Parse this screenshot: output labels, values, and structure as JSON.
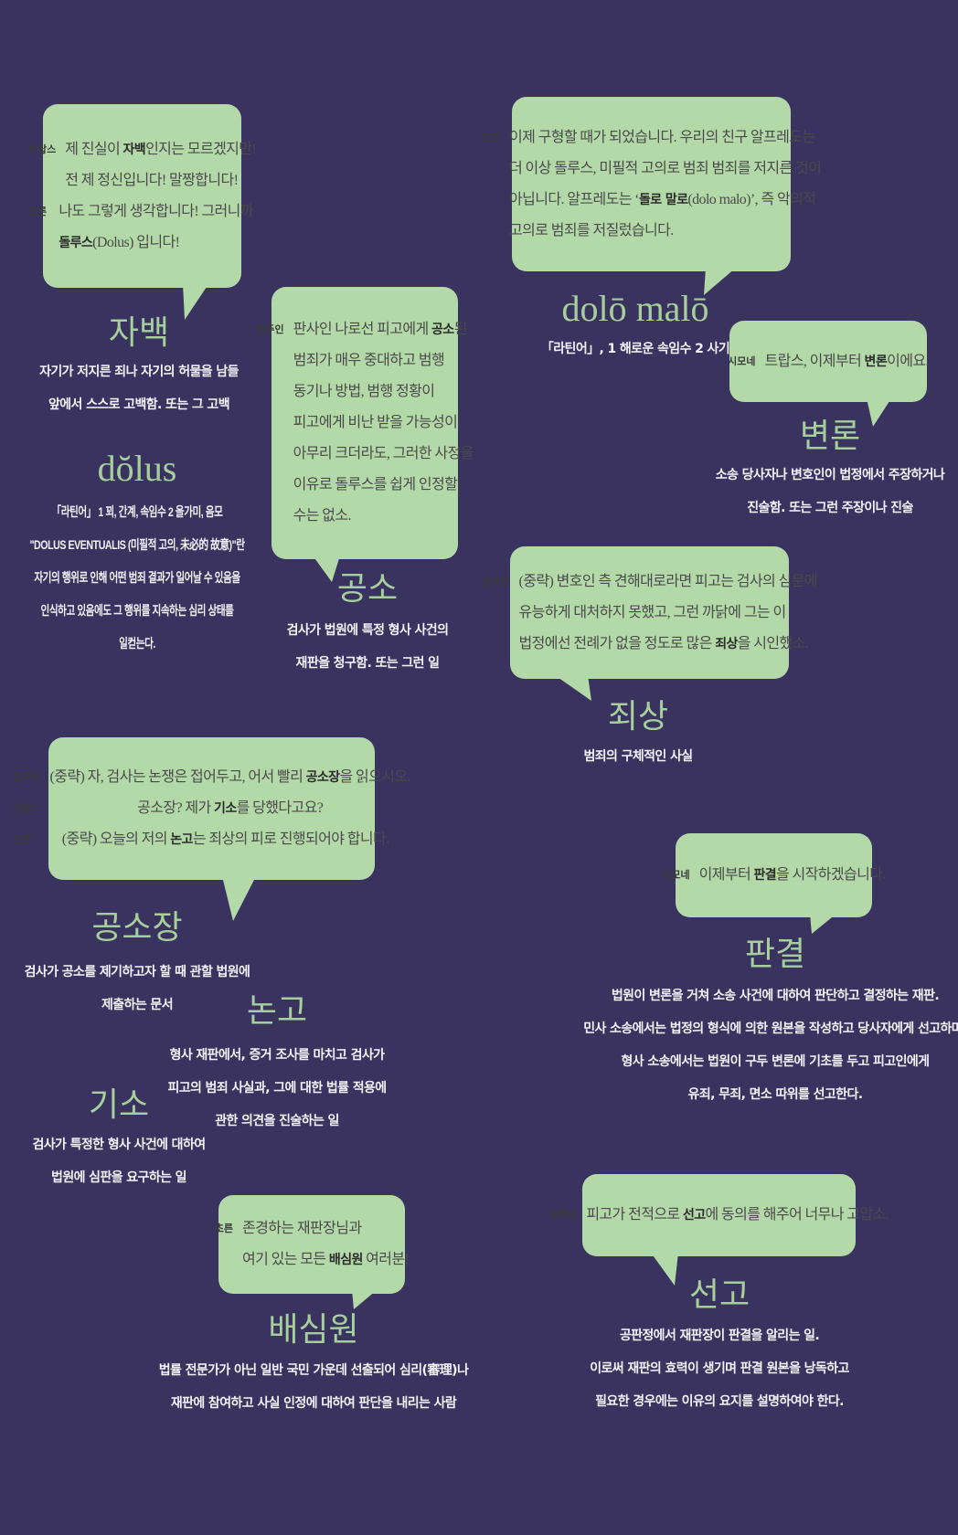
{
  "colors": {
    "background": "#3a3360",
    "bubble": "#b3d9a8",
    "term": "#a6cf9c",
    "definition": "#f4f2f8"
  },
  "entries": [
    {
      "term": "자백",
      "definition": [
        "자기가 저지른 죄나 자기의 허물을 남들",
        "앞에서 스스로 고백함. 또는 그 고백"
      ],
      "dialogue": [
        {
          "speaker": "트랍스",
          "lines": [
            [
              {
                "t": "제 진실이 "
              },
              {
                "t": "자백",
                "b": true
              },
              {
                "t": "인지는 모르겠지만!"
              }
            ],
            [
              {
                "t": "전 제 정신입니다! 말짱합니다!"
              }
            ]
          ]
        },
        {
          "speaker": "초른",
          "lines": [
            [
              {
                "t": "나도 그렇게 생각합니다! 그러니까"
              }
            ],
            [
              {
                "t": "돌루스",
                "b": true
              },
              {
                "t": "(Dolus) 입니다!"
              }
            ]
          ]
        }
      ]
    },
    {
      "term": "dŏlus",
      "latin": true,
      "definition": [
        "「라틴어」 1 꾀, 간계, 속임수 2 올가미, 음모",
        "\"DOLUS EVENTUALIS (미필적 고의, 未必的 故意)\"란",
        "자기의 행위로 인해 어떤 범죄 결과가 일어날 수 있음을",
        "인식하고 있음에도 그 행위를 지속하는 심리 상태를",
        "일컫는다."
      ]
    },
    {
      "term": "공소",
      "definition": [
        "검사가 법원에 특정 형사 사건의",
        "재판을 청구함. 또는 그런 일"
      ],
      "dialogue": [
        {
          "speaker": "집주인",
          "lines": [
            [
              {
                "t": "판사인 나로선 피고에게 "
              },
              {
                "t": "공소",
                "b": true
              },
              {
                "t": "된"
              }
            ],
            [
              {
                "t": "범죄가 매우 중대하고 범행"
              }
            ],
            [
              {
                "t": "동기나 방법, 범행 정황이"
              }
            ],
            [
              {
                "t": "피고에게 비난 받을 가능성이"
              }
            ],
            [
              {
                "t": "아무리 크더라도, 그러한 사정을"
              }
            ],
            [
              {
                "t": "이유로 돌루스를 쉽게 인정할"
              }
            ],
            [
              {
                "t": "수는 없소."
              }
            ]
          ]
        }
      ]
    },
    {
      "term": "dolō malō",
      "latin": true,
      "definition": [
        "「라틴어」, 1 해로운 속임수 2 사기"
      ],
      "dialogue": [
        {
          "speaker": "초른",
          "lines": [
            [
              {
                "t": "이제 구형할 때가 되었습니다. 우리의 친구 알프레도는"
              }
            ],
            [
              {
                "t": "더 이상 돌루스, 미필적 고의로 범죄 범죄를 저지른 것이"
              }
            ],
            [
              {
                "t": "아닙니다. 알프레도는 ‘"
              },
              {
                "t": "돌로 말로",
                "b": true
              },
              {
                "t": "(dolo malo)’, 즉 악의적"
              }
            ],
            [
              {
                "t": "고의로 범죄를 저질렀습니다."
              }
            ]
          ]
        }
      ]
    },
    {
      "term": "변론",
      "definition": [
        "소송 당사자나 변호인이 법정에서 주장하거나",
        "진술함. 또는 그런 주장이나 진술"
      ],
      "dialogue": [
        {
          "speaker": "시모네",
          "lines": [
            [
              {
                "t": "트랍스, 이제부터 "
              },
              {
                "t": "변론",
                "b": true
              },
              {
                "t": "이에요."
              }
            ]
          ]
        }
      ]
    },
    {
      "term": "죄상",
      "definition": [
        "범죄의 구체적인 사실"
      ],
      "dialogue": [
        {
          "speaker": "집주인",
          "lines": [
            [
              {
                "t": "(중략) 변호인 측 견해대로라면 피고는 검사의 심문에"
              }
            ],
            [
              {
                "t": "유능하게 대처하지 못했고, 그런 까닭에 그는 이"
              }
            ],
            [
              {
                "t": "법정에선 전례가 없을 정도로 많은 "
              },
              {
                "t": "죄상",
                "b": true
              },
              {
                "t": "을 시인했소."
              }
            ]
          ]
        }
      ]
    },
    {
      "term": "공소장",
      "definition": [
        "검사가 공소를 제기하고자 할 때 관할 법원에",
        "제출하는 문서"
      ],
      "dialogue": [
        {
          "speaker": "집주인",
          "lines": [
            [
              {
                "t": "(중략) 자, 검사는 논쟁은 접어두고, 어서 빨리 "
              },
              {
                "t": "공소장",
                "b": true
              },
              {
                "t": "을 읽으시오."
              }
            ]
          ]
        },
        {
          "speaker": "트랍스",
          "lines": [
            [
              {
                "t": "공소장? 제가 "
              },
              {
                "t": "기소",
                "b": true
              },
              {
                "t": "를 당했다고요?"
              }
            ]
          ]
        },
        {
          "speaker": "초른",
          "lines": [
            [
              {
                "t": "(중략) 오늘의 저의 "
              },
              {
                "t": "논고",
                "b": true
              },
              {
                "t": "는 죄상의 피로 진행되어야 합니다."
              }
            ]
          ]
        }
      ]
    },
    {
      "term": "논고",
      "definition": [
        "형사 재판에서, 증거 조사를 마치고 검사가",
        "피고의 범죄 사실과, 그에 대한 법률 적용에",
        "관한 의견을 진술하는 일"
      ]
    },
    {
      "term": "기소",
      "definition": [
        "검사가 특정한 형사 사건에 대하여",
        "법원에 심판을 요구하는 일"
      ]
    },
    {
      "term": "판결",
      "definition": [
        "법원이 변론을 거쳐 소송 사건에 대하여 판단하고 결정하는 재판.",
        "민사 소송에서는 법정의 형식에 의한 원본을 작성하고 당사자에게 선고하며,",
        "형사 소송에서는 법원이 구두 변론에 기초를 두고 피고인에게",
        "유죄, 무죄, 면소 따위를 선고한다."
      ],
      "dialogue": [
        {
          "speaker": "시모네",
          "lines": [
            [
              {
                "t": "이제부터 "
              },
              {
                "t": "판결",
                "b": true
              },
              {
                "t": "을 시작하겠습니다."
              }
            ]
          ]
        }
      ]
    },
    {
      "term": "배심원",
      "definition": [
        "법률 전문가가 아닌 일반 국민 가운데 선출되어 심리(審理)나",
        "재판에 참여하고 사실 인정에 대하여 판단을 내리는 사람"
      ],
      "dialogue": [
        {
          "speaker": "초른",
          "lines": [
            [
              {
                "t": "존경하는 재판장님과"
              }
            ],
            [
              {
                "t": "여기 있는 모든 "
              },
              {
                "t": "배심원",
                "b": true
              },
              {
                "t": " 여러분!"
              }
            ]
          ]
        }
      ]
    },
    {
      "term": "선고",
      "definition": [
        "공판정에서 재판장이 판결을 알리는 일.",
        "이로써 재판의 효력이 생기며 판결 원본을 낭독하고",
        "필요한 경우에는 이유의 요지를 설명하여야 한다."
      ],
      "dialogue": [
        {
          "speaker": "집주인",
          "lines": [
            [
              {
                "t": "피고가 전적으로 "
              },
              {
                "t": "선고",
                "b": true
              },
              {
                "t": "에 동의를 해주어 너무나 고맙소."
              }
            ]
          ]
        }
      ]
    }
  ]
}
